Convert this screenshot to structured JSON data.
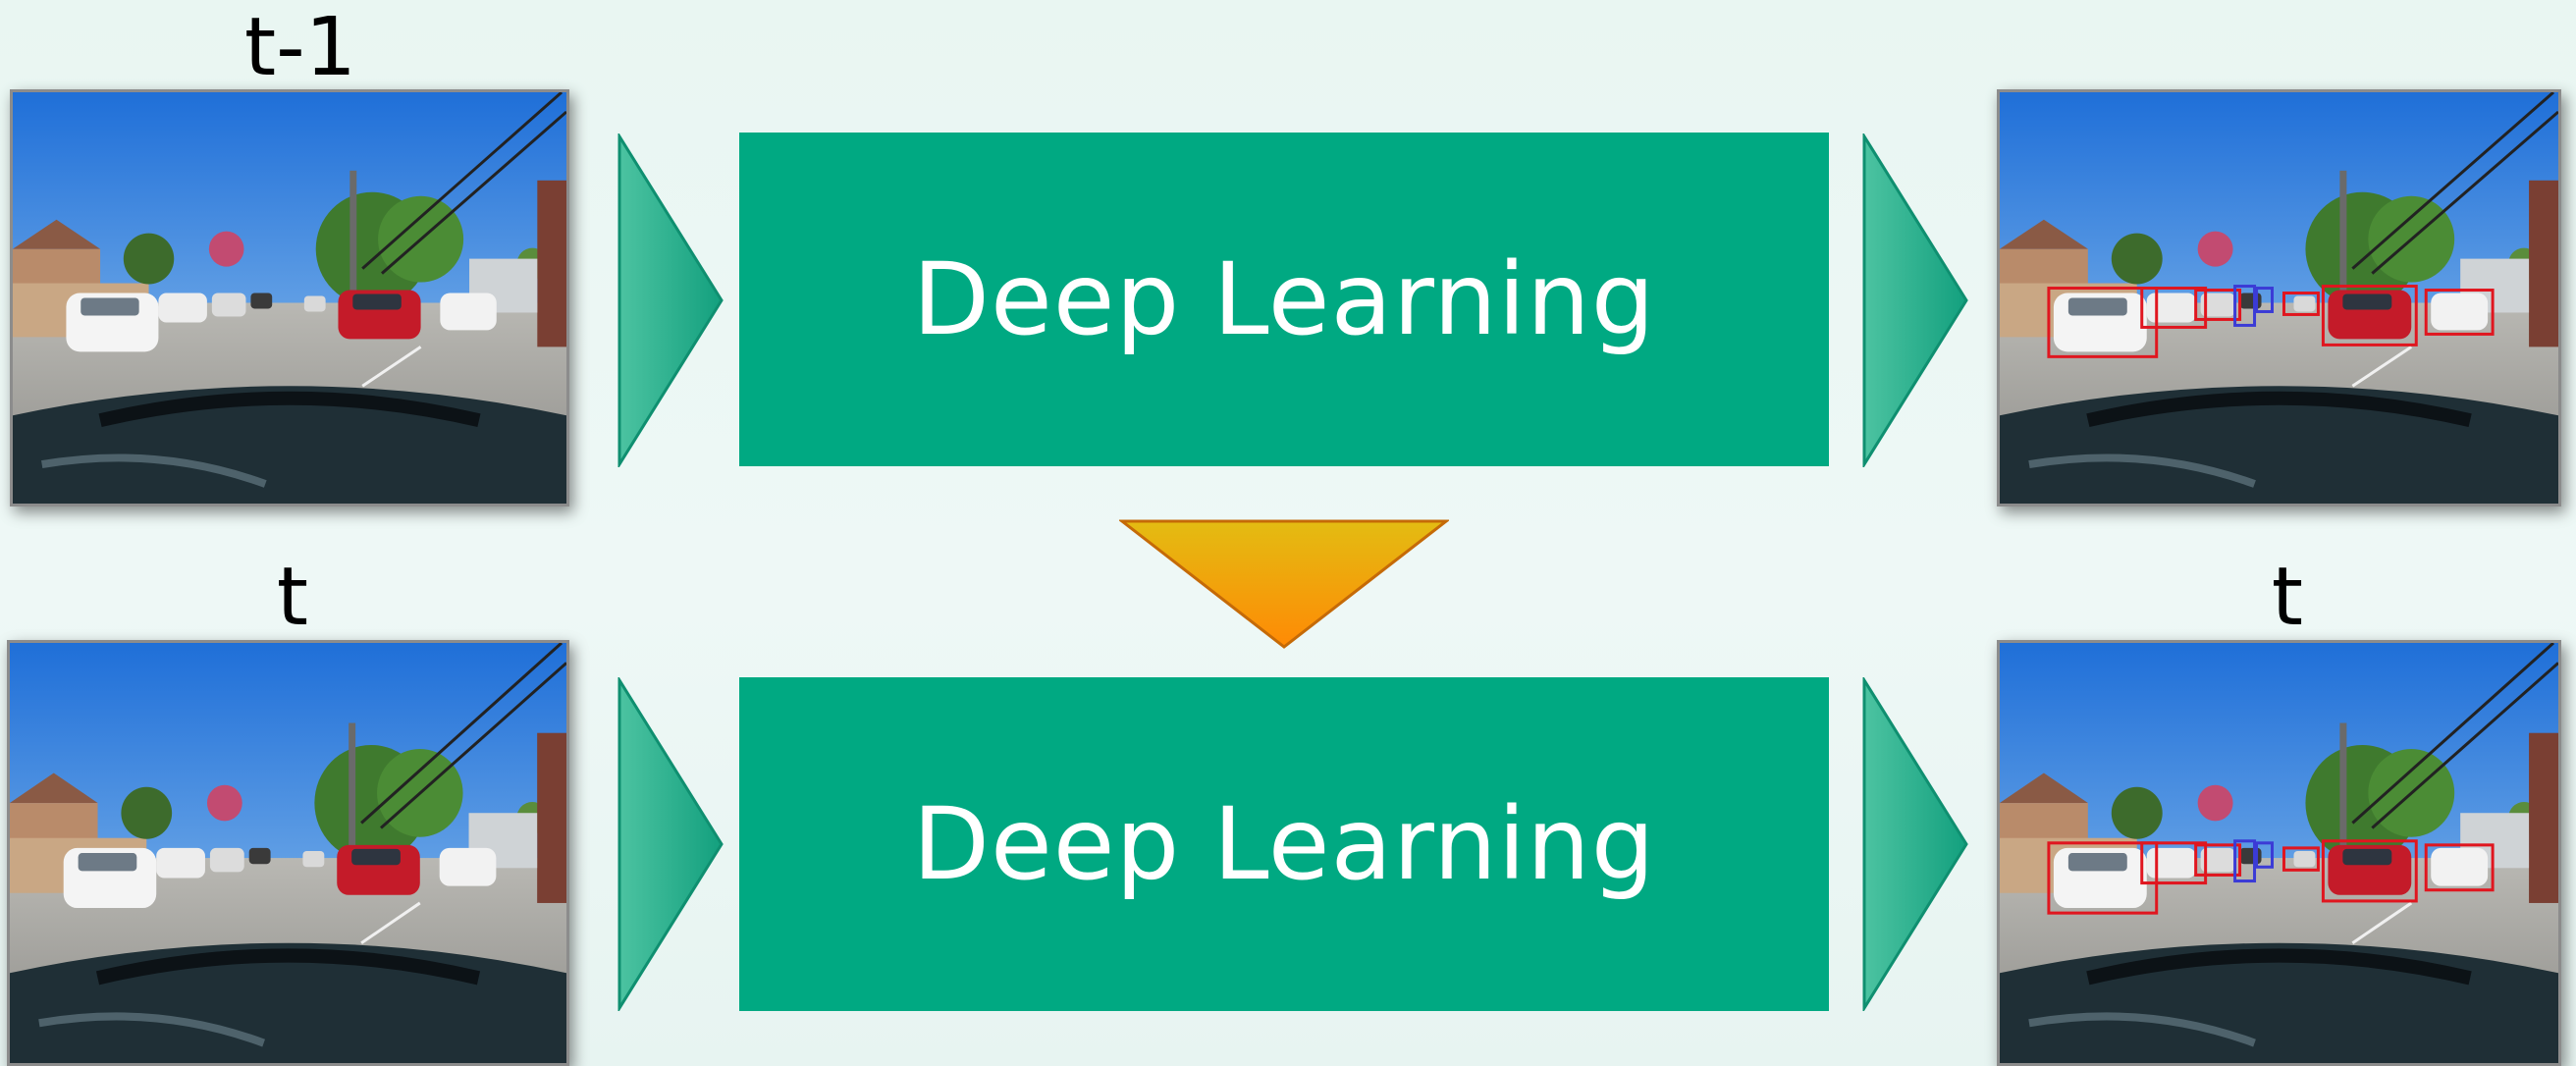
{
  "labels": {
    "top_left": "t-1",
    "bottom_left": "t",
    "bottom_right": "t"
  },
  "boxes": {
    "top": "Deep Learning",
    "bottom": "Deep Learning"
  },
  "colors": {
    "box_fill": "#00a982",
    "arrow_green": "#1fae8a",
    "arrow_orange_top": "#e3bc12",
    "arrow_orange_bottom": "#ff8a05",
    "detection_car": "#e0161f",
    "detection_person": "#3b3bd6"
  },
  "icons": {
    "flow_arrow": "triangle-right-icon",
    "feedback_arrow": "triangle-down-icon"
  }
}
